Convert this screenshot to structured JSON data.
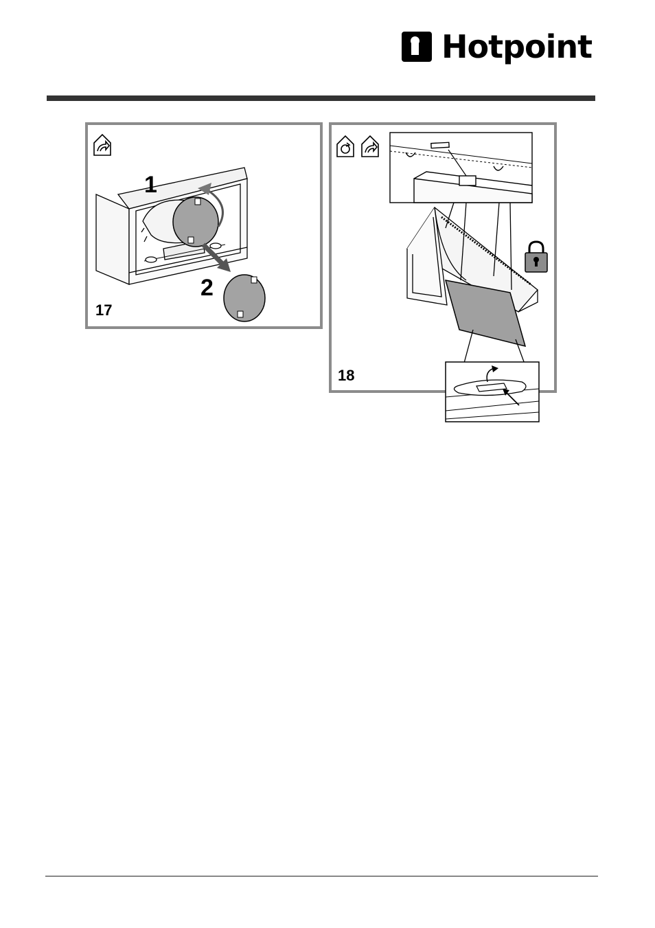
{
  "header": {
    "brand": "Hotpoint",
    "icon": "hotpoint-logo-mark"
  },
  "figures": [
    {
      "number": "17",
      "steps": [
        "1",
        "2"
      ],
      "icons": [
        "extraction-mode-icon"
      ]
    },
    {
      "number": "18",
      "icons": [
        "recirculation-mode-icon",
        "extraction-mode-icon",
        "padlock-icon"
      ]
    }
  ],
  "colors": {
    "frame": "#8c8c8c",
    "filter_fill": "#a0a0a0",
    "rule": "#333333"
  }
}
